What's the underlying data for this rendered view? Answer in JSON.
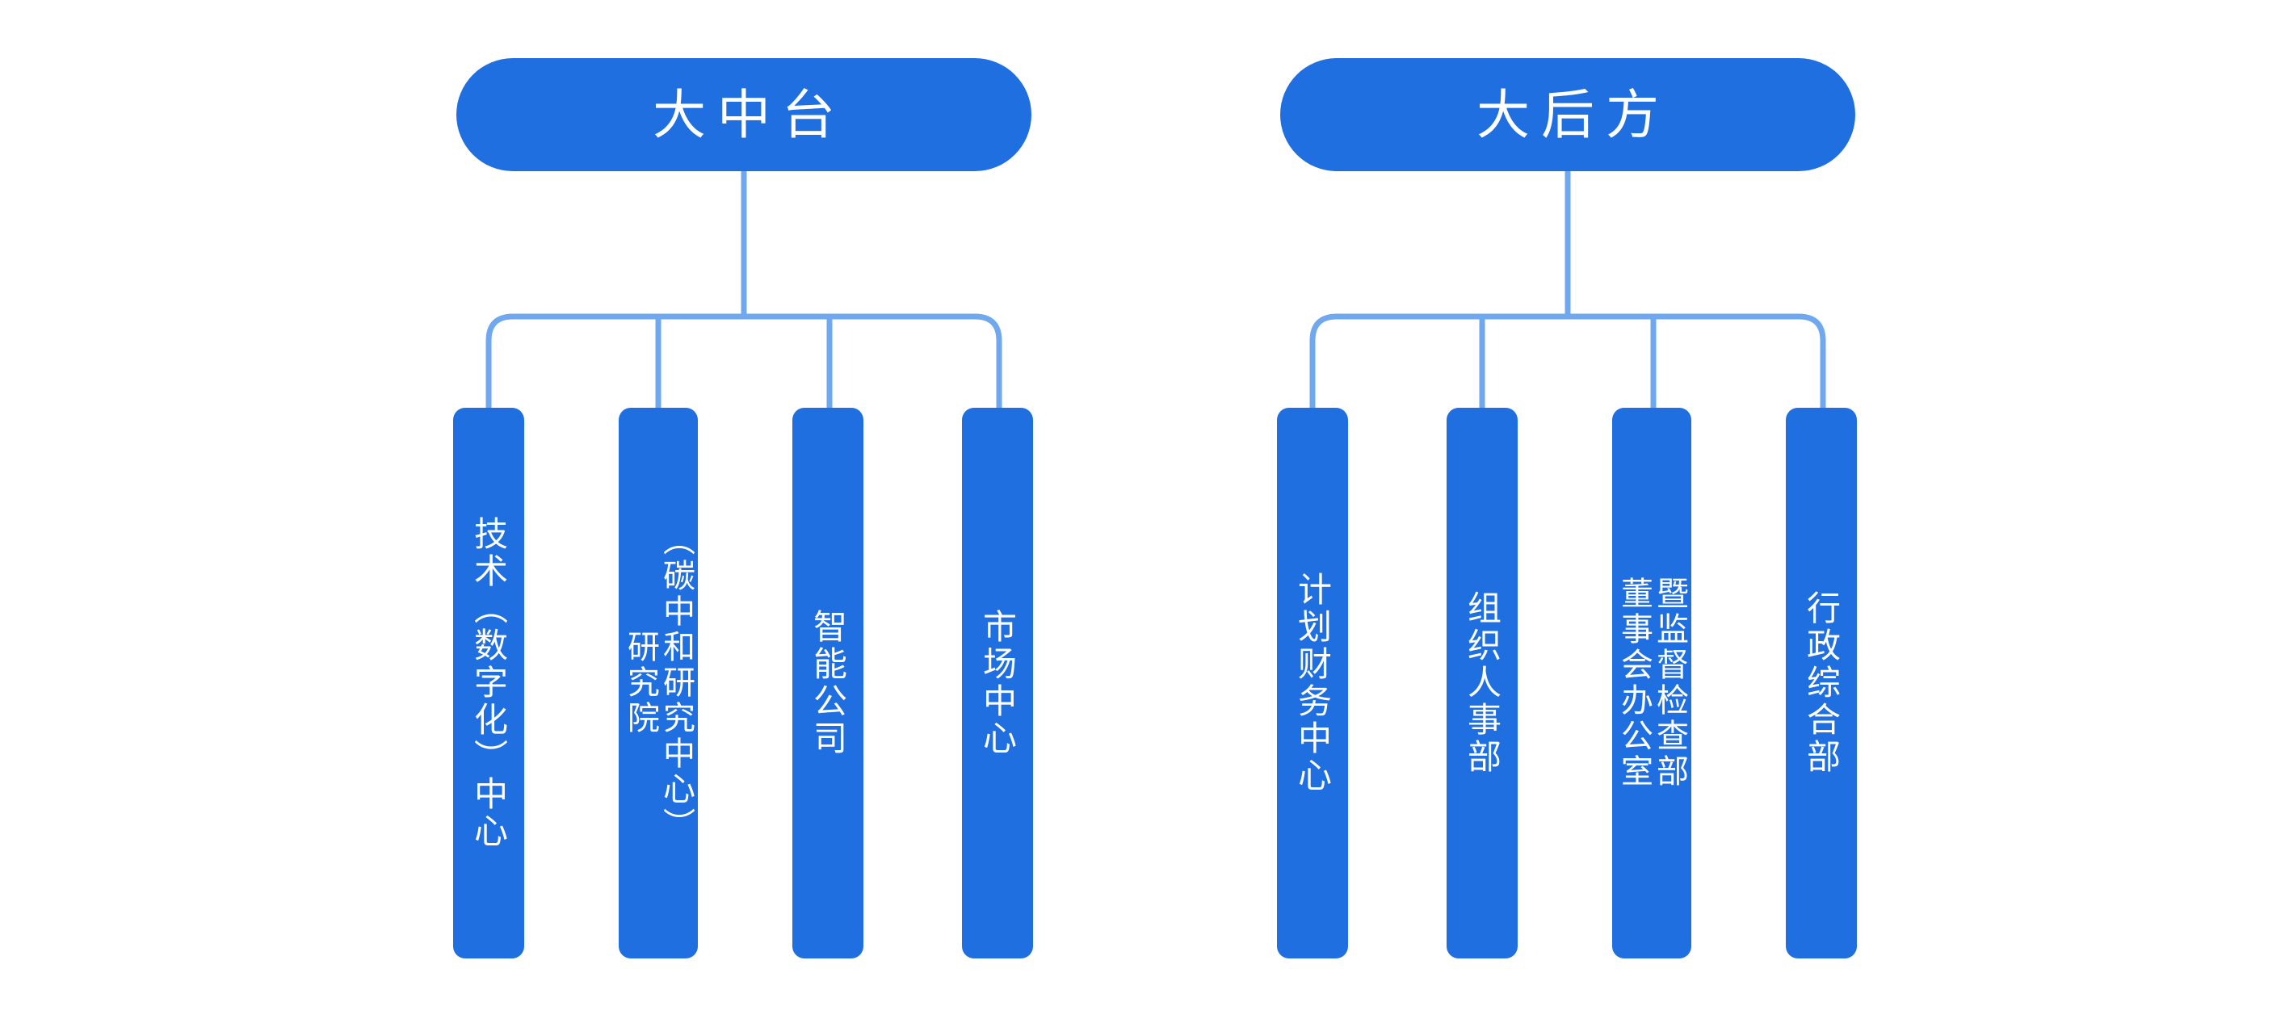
{
  "diagram": {
    "title": "组织架构图",
    "colors": {
      "box_fill": "#1F6FE0",
      "connector": "#6FA8EF",
      "text": "#FFFFFF",
      "background": "#FFFFFF"
    }
  },
  "groups": [
    {
      "id": "da-zhong-tai",
      "header": "大中台",
      "children": [
        {
          "id": "jishu-shuzihua-zhongxin",
          "columns": [
            "技术（数字化）中心"
          ],
          "full_text": "技术（数字化）中心"
        },
        {
          "id": "yanjiuyuan-tanzhonghe",
          "columns": [
            "（碳中和研究中心）",
            "研究院"
          ],
          "full_text": "研究院（碳中和研究中心）"
        },
        {
          "id": "zhineng-gongsi",
          "columns": [
            "智能公司"
          ],
          "full_text": "智能公司"
        },
        {
          "id": "shichang-zhongxin",
          "columns": [
            "市场中心"
          ],
          "full_text": "市场中心"
        }
      ]
    },
    {
      "id": "da-hou-fang",
      "header": "大后方",
      "children": [
        {
          "id": "jihua-caiwu-zhongxin",
          "columns": [
            "计划财务中心"
          ],
          "full_text": "计划财务中心"
        },
        {
          "id": "zuzhi-renshi-bu",
          "columns": [
            "组织人事部"
          ],
          "full_text": "组织人事部"
        },
        {
          "id": "dongshihui-bangongshi",
          "columns": [
            "暨监督检查部",
            "董事会办公室"
          ],
          "full_text": "董事会办公室暨监督检查部"
        },
        {
          "id": "xingzheng-zonghe-bu",
          "columns": [
            "行政综合部"
          ],
          "full_text": "行政综合部"
        }
      ]
    }
  ]
}
